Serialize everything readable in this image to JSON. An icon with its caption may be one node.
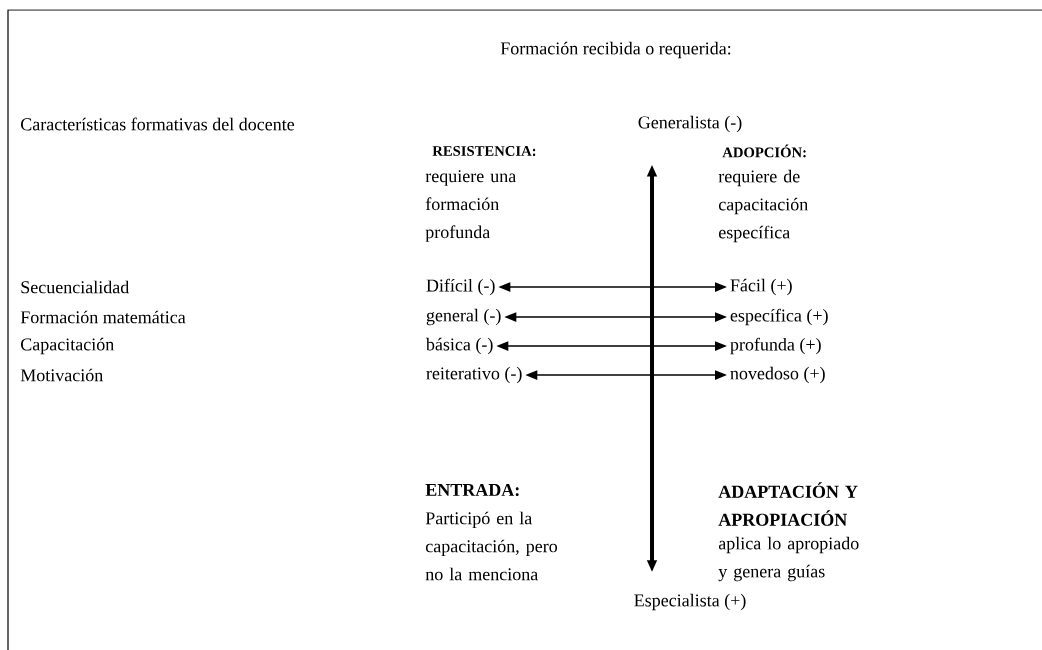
{
  "diagram": {
    "nodes": [
      {
        "text": [
          "Generalista (-)"
        ]
      },
      {
        "text": [
          "Especialista (+)"
        ]
      },
      {
        "text": [
          "Difícil (-)"
        ]
      },
      {
        "text": [
          "Fácil (+)"
        ]
      },
      {
        "text": [
          "general (-)"
        ]
      },
      {
        "text": [
          "específica (+)"
        ]
      },
      {
        "text": [
          "básica (-)"
        ]
      },
      {
        "text": [
          "profunda (+)"
        ]
      },
      {
        "text": [
          "reiterativo (-)"
        ]
      },
      {
        "text": [
          "novedoso (+)"
        ]
      }
    ],
    "edges": [
      {
        "from": 0,
        "to": 1,
        "arrow": "both",
        "style": "thick"
      },
      {
        "from": 2,
        "to": 3,
        "arrow": "both"
      },
      {
        "from": 4,
        "to": 5,
        "arrow": "both"
      },
      {
        "from": 6,
        "to": 7,
        "arrow": "both"
      },
      {
        "from": 8,
        "to": 9,
        "arrow": "both"
      }
    ],
    "labels": [
      "Formación recibida o requerida:",
      "Características formativas del docente",
      "RESISTENCIA:",
      "ADOPCIÓN:",
      "requiere una formación profunda",
      "requiere de capacitación específica",
      "Secuencialidad",
      "Formación matemática",
      "Capacitación",
      "Motivación",
      "ENTRADA:",
      "ADAPTACIÓN Y APROPIACIÓN",
      "Participó en la capacitación, pero no la menciona",
      "aplica lo apropiado y genera guías"
    ]
  }
}
